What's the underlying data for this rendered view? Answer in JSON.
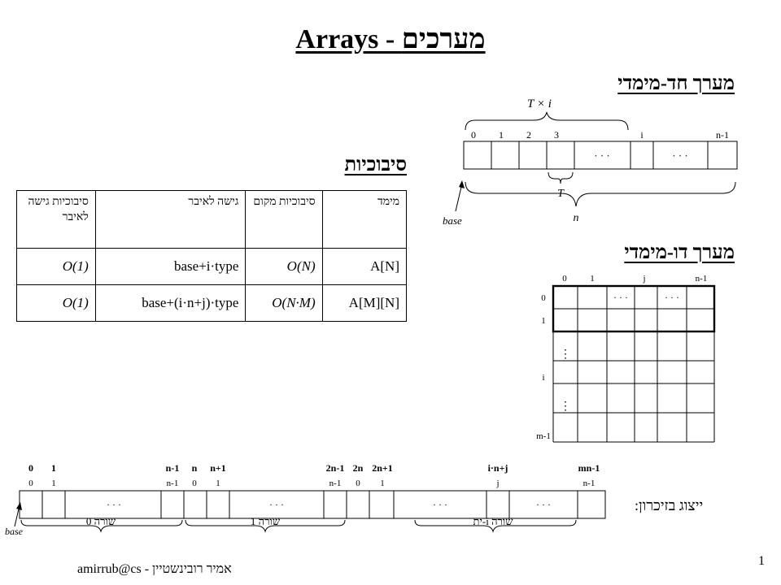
{
  "title": "Arrays - מערכים",
  "headings": {
    "one_dim": "מערך חד-מימדי",
    "complexity": "סיבוכיות",
    "two_dim": "מערך דו-מימדי",
    "memory": "ייצוג בזיכרון:"
  },
  "table": {
    "headers": [
      "מימד",
      "סיבוכיות מקום",
      "גישה לאיבר",
      "סיבוכיות גישה לאיבר"
    ],
    "rows": [
      {
        "dim": "A[N]",
        "space": "O(N)",
        "access": "base+i·type",
        "access_complexity": "O(1)"
      },
      {
        "dim": "A[M][N]",
        "space": "O(N·M)",
        "access": "base+(i·n+j)·type",
        "access_complexity": "O(1)"
      }
    ]
  },
  "diagram_1d": {
    "brace_top": "T × i",
    "indices": [
      "0",
      "1",
      "2",
      "3",
      "i",
      "n-1"
    ],
    "dots": [
      "· · ·",
      "· · ·"
    ],
    "brace_cell": "T",
    "brace_bottom": "n",
    "base": "base"
  },
  "diagram_2d": {
    "col_labels": [
      "0",
      "1",
      "j",
      "n-1"
    ],
    "row_labels": [
      "0",
      "1",
      "i",
      "m-1"
    ],
    "dots_h": [
      "· · ·",
      "· · ·"
    ],
    "dots_v": [
      "⋮",
      "⋮"
    ]
  },
  "memory": {
    "top_labels": [
      "0",
      "1",
      "n-1",
      "n",
      "n+1",
      "2n-1",
      "2n",
      "2n+1",
      "i·n+j",
      "mn-1"
    ],
    "cell_labels": [
      "0",
      "1",
      "n-1",
      "0",
      "1",
      "n-1",
      "0",
      "1",
      "j",
      "n-1"
    ],
    "dots": [
      "· · ·",
      "· · ·",
      "· · ·",
      "· · ·"
    ],
    "row_names": [
      "שורה 0",
      "שורה 1",
      "שורה i-ית"
    ],
    "base": "base"
  },
  "footer": {
    "author": "אמיר רובינשטיין - amirrub@cs",
    "page": "1"
  }
}
